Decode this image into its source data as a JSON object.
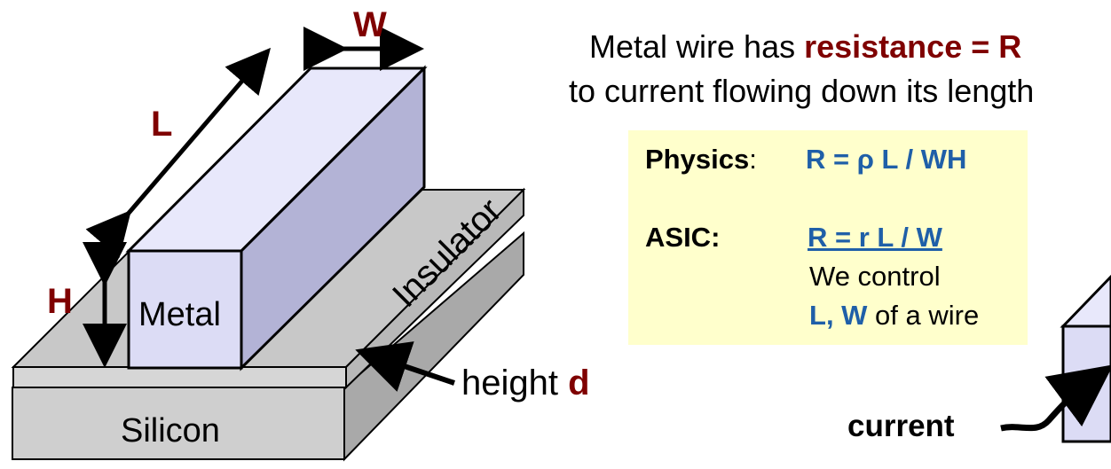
{
  "diagram": {
    "labels": {
      "w": "W",
      "l": "L",
      "h": "H",
      "metal": "Metal",
      "insulator": "Insulator",
      "silicon": "Silicon",
      "height_prefix": "height ",
      "height_var": "d",
      "current": "current"
    }
  },
  "heading": {
    "line1_prefix": "Metal wire has ",
    "line1_emph": "resistance = R",
    "line2": "to current flowing down its length"
  },
  "info_box": {
    "physics_label": "Physics",
    "physics_colon": ":",
    "physics_formula": "R = ρ L / WH",
    "asic_label": "ASIC:",
    "asic_formula": "R = r L / W",
    "control_line1": "We control",
    "control_l": "L",
    "control_sep": ", ",
    "control_w": "W",
    "control_suffix": " of a wire"
  },
  "colors": {
    "metal_front": "#dcdcf5",
    "metal_top": "#e8e8fb",
    "metal_side": "#b3b3d6",
    "layer_gray": "#c8c8c8",
    "layer_side": "#a9a9a9",
    "label_red": "#7f0000",
    "formula_blue": "#1f5fa8",
    "box_yellow": "#ffffcc"
  }
}
